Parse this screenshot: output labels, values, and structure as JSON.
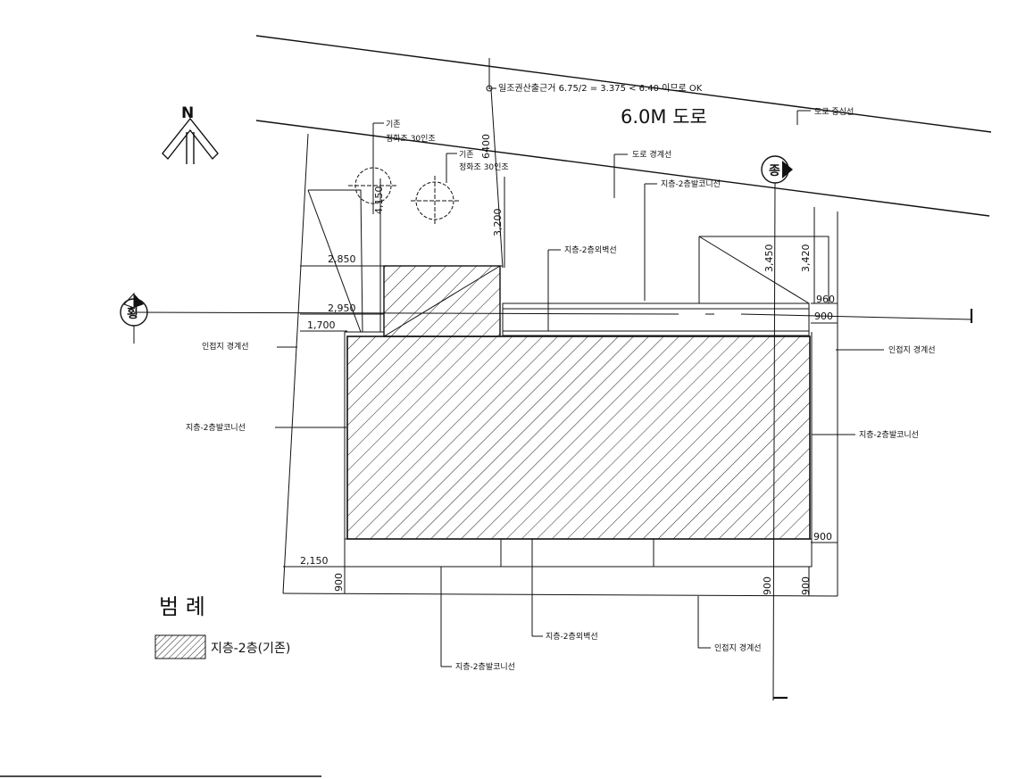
{
  "north_label": "N",
  "road": {
    "title": "6.0M 도로",
    "center_line_label": "도로 중심선",
    "boundary_label": "도로 경계선"
  },
  "sunlight_note": "일조권산출근거 6.75/2 = 3.375 < 6.40 이므로 OK",
  "trees": [
    {
      "label_1": "기존",
      "label_2": "정화조 30인조"
    },
    {
      "label_1": "기존",
      "label_2": "정화조 30인조"
    }
  ],
  "section_markers": {
    "horizontal": "횡",
    "vertical": "종"
  },
  "labels": {
    "balcony_line_top": "지층-2층발코니선",
    "exterior_wall_top": "지층-2층외벽선",
    "neighbor_boundary_left": "인접지 경계선",
    "neighbor_boundary_right": "인접지 경계선",
    "balcony_line_left": "지층-2층발코니선",
    "balcony_line_right": "지층-2층발코니선",
    "exterior_wall_bottom": "지층-2층외벽선",
    "neighbor_boundary_bottom": "인접지 경계선",
    "balcony_line_bottom": "지층-2층발코니선"
  },
  "dimensions": {
    "d6400": "6400",
    "d4150": "4,150",
    "d3200": "3,200",
    "d2850": "2,850",
    "d2950": "2,950",
    "d1700": "1,700",
    "d3450": "3,450",
    "d3420": "3,420",
    "d960": "960",
    "d900_a": "900",
    "d900_b": "900",
    "d2150": "2,150",
    "d900_c": "900",
    "d900_d": "900",
    "d900_e": "900"
  },
  "legend": {
    "title": "범  례",
    "item": "지층-2층(기존)"
  }
}
